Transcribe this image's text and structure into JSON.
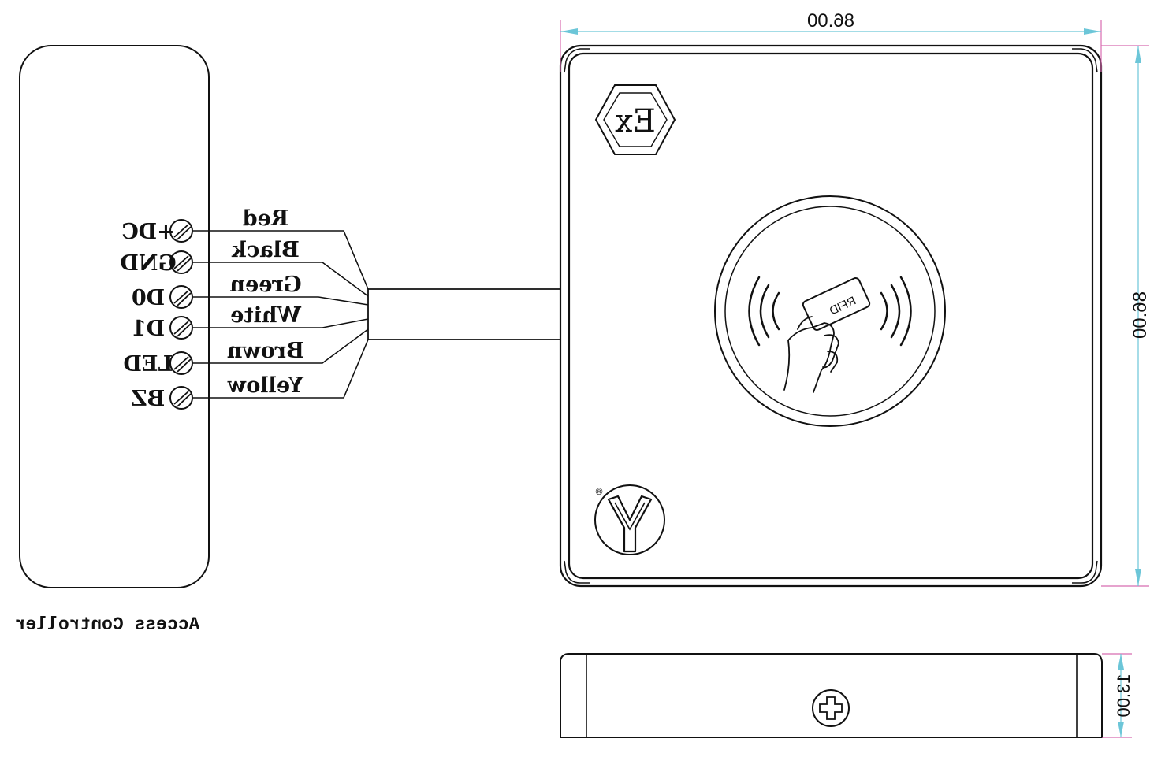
{
  "controller": {
    "caption": "Access Controller",
    "terminals": [
      {
        "label": "+DC",
        "wire": "Red"
      },
      {
        "label": "GND",
        "wire": "Black"
      },
      {
        "label": "D0",
        "wire": "Green"
      },
      {
        "label": "D1",
        "wire": "White"
      },
      {
        "label": "LED",
        "wire": "Brown"
      },
      {
        "label": "BZ",
        "wire": "Yellow"
      }
    ]
  },
  "reader": {
    "ex_mark": "Ex",
    "card_text": "RFID",
    "logo_glyph": "Y",
    "logo_registered": "®"
  },
  "dimensions": {
    "width": "86.00",
    "height": "86.00",
    "depth": "13.00"
  },
  "colors": {
    "ink": "#111111",
    "dimension_line": "#6cc6d8",
    "extension_line": "#d86cb0"
  }
}
